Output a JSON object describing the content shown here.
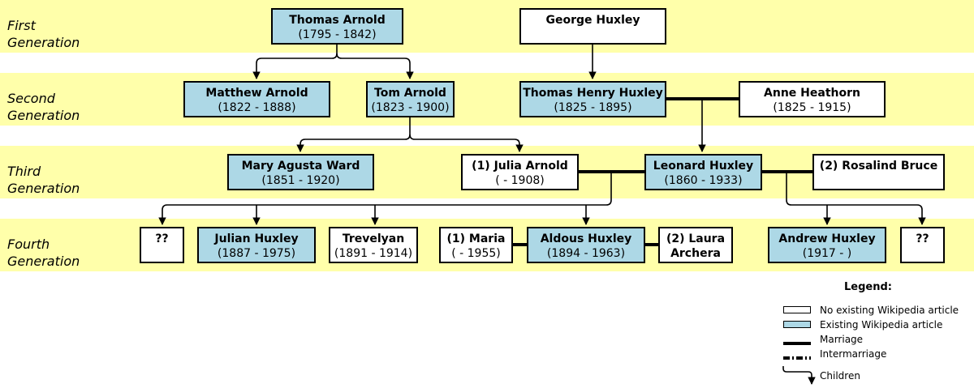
{
  "generations": [
    {
      "label": "First\nGeneration"
    },
    {
      "label": "Second\nGeneration"
    },
    {
      "label": "Third\nGeneration"
    },
    {
      "label": "Fourth\nGeneration"
    }
  ],
  "people": {
    "thomas_arnold": {
      "name": "Thomas Arnold",
      "years": "(1795 - 1842)",
      "wiki": true
    },
    "george_huxley": {
      "name": "George Huxley",
      "years": "",
      "wiki": false
    },
    "matthew_arnold": {
      "name": "Matthew Arnold",
      "years": "(1822 - 1888)",
      "wiki": true
    },
    "tom_arnold": {
      "name": "Tom Arnold",
      "years": "(1823 - 1900)",
      "wiki": true
    },
    "thomas_henry_huxley": {
      "name": "Thomas Henry Huxley",
      "years": "(1825 - 1895)",
      "wiki": true
    },
    "anne_heathorn": {
      "name": "Anne Heathorn",
      "years": "(1825 - 1915)",
      "wiki": false
    },
    "mary_ward": {
      "name": "Mary Agusta Ward",
      "years": "(1851 - 1920)",
      "wiki": true
    },
    "julia_arnold": {
      "name": "(1) Julia Arnold",
      "years": "( - 1908)",
      "wiki": false
    },
    "leonard_huxley": {
      "name": "Leonard Huxley",
      "years": "(1860 - 1933)",
      "wiki": true
    },
    "rosalind_bruce": {
      "name": "(2) Rosalind Bruce",
      "years": "",
      "wiki": false
    },
    "unknown_child": {
      "name": "??",
      "years": "",
      "wiki": false
    },
    "julian_huxley": {
      "name": "Julian Huxley",
      "years": "(1887 - 1975)",
      "wiki": true
    },
    "trevelyan": {
      "name": "Trevelyan",
      "years": "(1891 - 1914)",
      "wiki": false
    },
    "maria": {
      "name": "(1) Maria",
      "years": "( - 1955)",
      "wiki": false
    },
    "aldous_huxley": {
      "name": "Aldous Huxley",
      "years": "(1894 - 1963)",
      "wiki": true
    },
    "laura_archera": {
      "name": "(2) Laura",
      "years": "Archera",
      "wiki": false
    },
    "andrew_huxley": {
      "name": "Andrew Huxley",
      "years": "(1917 - )",
      "wiki": true
    },
    "unknown_child_2": {
      "name": "??",
      "years": "",
      "wiki": false
    }
  },
  "legend": {
    "title": "Legend:",
    "no_article": "No existing Wikipedia article",
    "article": "Existing Wikipedia article",
    "marriage": "Marriage",
    "intermarriage": "Intermarriage",
    "children": "Children"
  },
  "colors": {
    "band": "#ffffaa",
    "wiki_box": "#add8e6",
    "plain_box": "#ffffff",
    "line": "#000000"
  }
}
